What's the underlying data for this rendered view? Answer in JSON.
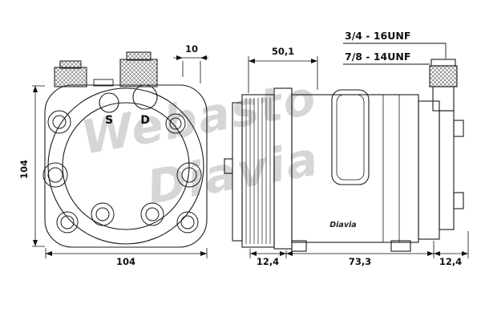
{
  "watermark": {
    "line1": "Webasto",
    "line2": "Diavia"
  },
  "front_view": {
    "port_left_label": "S",
    "port_right_label": "D"
  },
  "side_view": {
    "brand_label": "Diavia"
  },
  "callouts": {
    "thread_top": "3/4 - 16UNF",
    "thread_bottom": "7/8 - 14UNF"
  },
  "dimensions": {
    "fitting_offset_top": "10",
    "pulley_depth": "50,1",
    "front_height": "104",
    "front_width": "104",
    "side_front_offset": "12,4",
    "side_body_length": "73,3",
    "side_rear_offset": "12,4"
  },
  "colors": {
    "line": "#1a1a1a",
    "watermark": "#d6d6d6",
    "background": "#ffffff"
  }
}
